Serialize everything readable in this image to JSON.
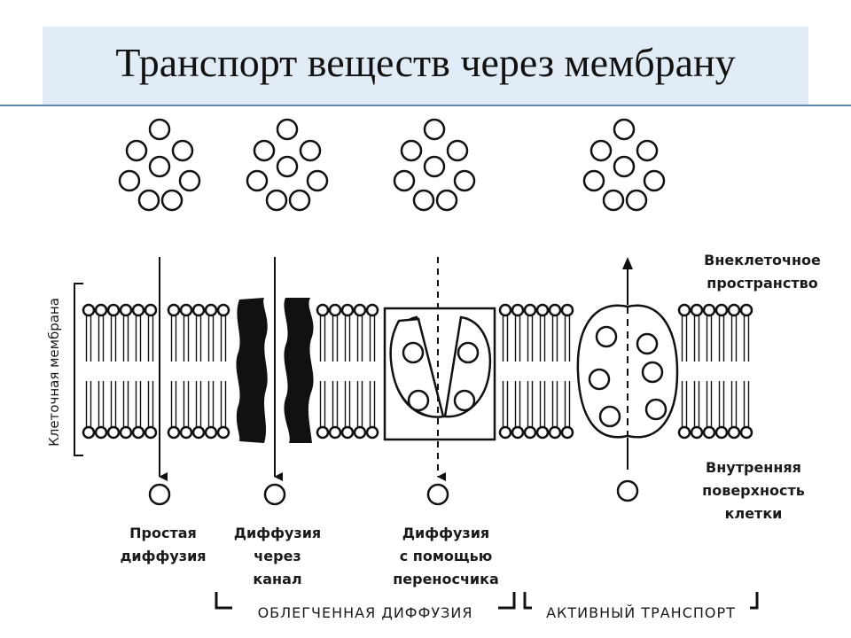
{
  "slide": {
    "title": "Транспорт веществ через мембрану"
  },
  "diagram": {
    "membrane_label": "Клеточная мембрана",
    "extracellular": [
      "Внеклеточное",
      "пространство"
    ],
    "intracellular": [
      "Внутренняя",
      "поверхность",
      "клетки"
    ],
    "mechanisms": [
      {
        "id": "simple",
        "lines": [
          "Простая",
          "диффузия"
        ]
      },
      {
        "id": "channel",
        "lines": [
          "Диффузия",
          "через",
          "канал"
        ]
      },
      {
        "id": "carrier",
        "lines": [
          "Диффузия",
          "с помощью",
          "переносчика"
        ]
      }
    ],
    "groups": {
      "facilitated": "ОБЛЕГЧЕННАЯ ДИФФУЗИЯ",
      "active": "АКТИВНЫЙ ТРАНСПОРТ"
    }
  }
}
